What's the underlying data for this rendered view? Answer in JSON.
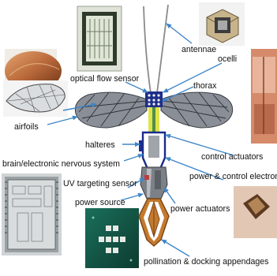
{
  "labels": {
    "antennae": "antennae",
    "ocelli": "ocelli",
    "optical_flow_sensor": "optical flow sensor",
    "thorax": "thorax",
    "airfoils": "airfoils",
    "control_actuators": "control actuators",
    "halteres": "halteres",
    "brain": "brain/electronic nervous system",
    "power_control_electronics": "power & control electronics",
    "uv_targeting_sensor": "UV targeting sensor",
    "power_source": "power source",
    "power_actuators": "power actuators",
    "pollination": "pollination & docking appendages"
  },
  "colors": {
    "arrow": "#3f86c8",
    "wing": "#8a8f97",
    "head": "#1d2f8a",
    "frame": "#1a2c8c"
  }
}
